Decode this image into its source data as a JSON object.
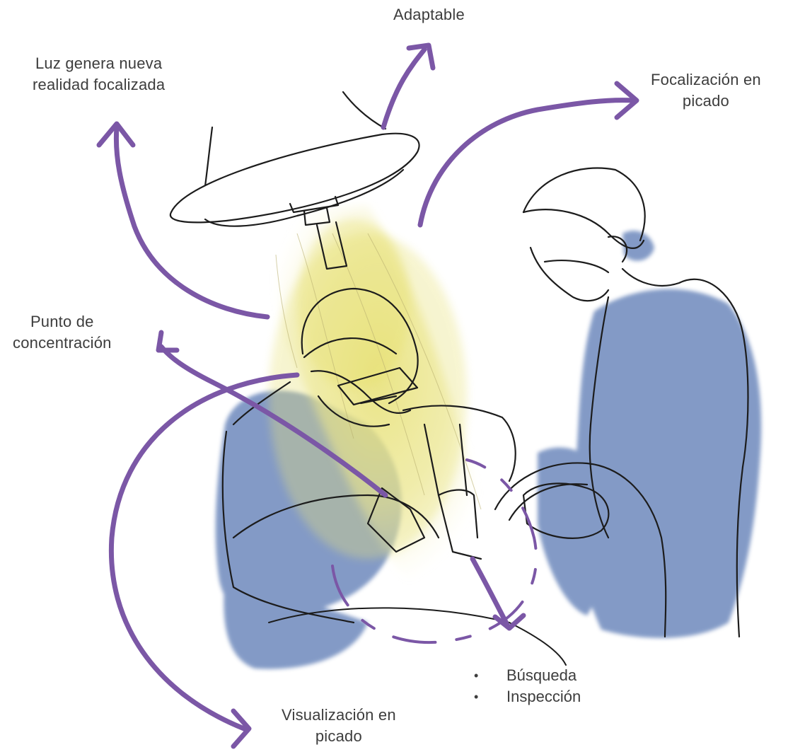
{
  "labels": {
    "adaptable": "Adaptable",
    "luz_line1": "Luz genera nueva",
    "luz_line2": "realidad focalizada",
    "focalizacion_line1": "Focalización en",
    "focalizacion_line2": "picado",
    "punto_line1": "Punto de",
    "punto_line2": "concentración",
    "visualizacion_line1": "Visualización en",
    "visualizacion_line2": "picado",
    "bullets": [
      "Búsqueda",
      "Inspección"
    ]
  },
  "colors": {
    "arrow": "#7b57a6",
    "scrubs": "#5a79b4",
    "light": "#e8e27a",
    "ink": "#1c1c1c",
    "text": "#3d3d3d"
  }
}
